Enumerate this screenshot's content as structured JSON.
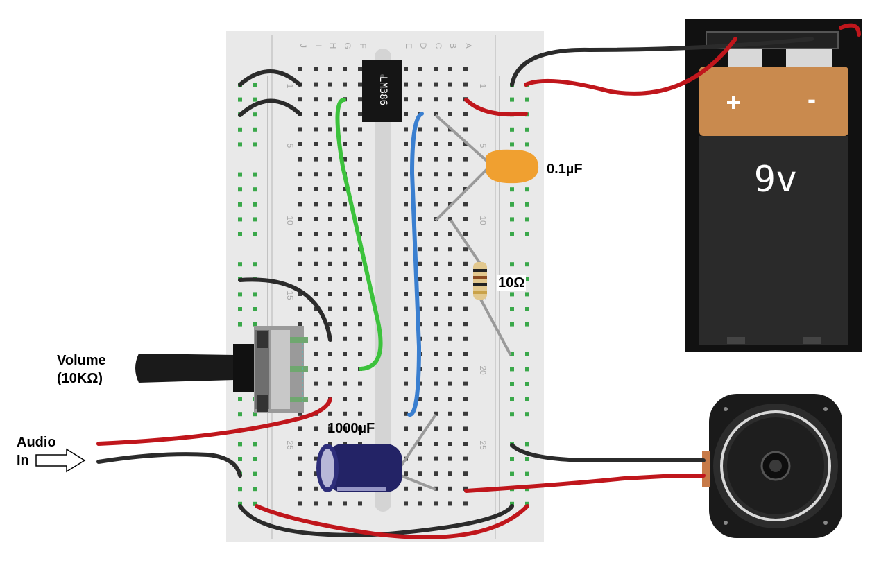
{
  "breadboard": {
    "column_letters": [
      "J",
      "I",
      "H",
      "G",
      "F",
      "E",
      "D",
      "C",
      "B",
      "A"
    ],
    "row_numbers": [
      "1",
      "5",
      "10",
      "15",
      "20",
      "25"
    ],
    "rows": 30
  },
  "chip": {
    "label": "LM386"
  },
  "labels": {
    "cap_small": "0.1µF",
    "resistor": "10Ω",
    "volume_line1": "Volume",
    "volume_line2": "(10KΩ)",
    "audio_line1": "Audio",
    "audio_line2": "In",
    "cap_large": "1000µF"
  },
  "battery": {
    "plus": "+",
    "minus": "-",
    "voltage": "9v"
  },
  "colors": {
    "wire_red": "#c0161c",
    "wire_black": "#2b2b2b",
    "wire_green": "#3cc23c",
    "wire_blue": "#3a7fd0",
    "breadboard": "#e9e9e9",
    "hole_green": "#3aa84a",
    "battery_top": "#c98a4e",
    "battery_body": "#2a2a2a",
    "cap_orange": "#f0a030",
    "cap_blue": "#2a2a7a"
  }
}
